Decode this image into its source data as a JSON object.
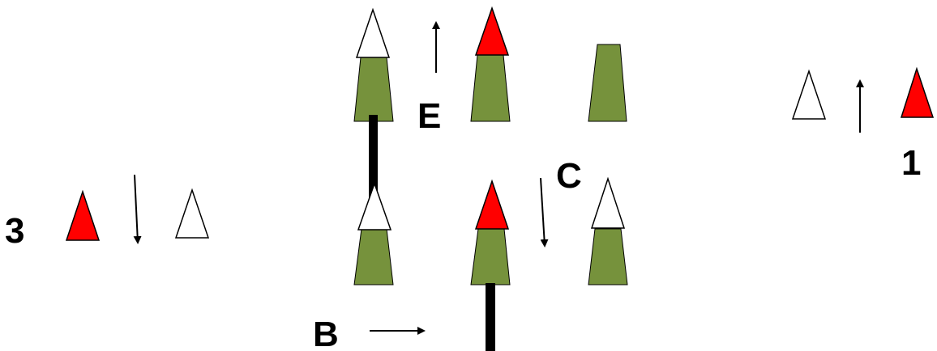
{
  "labels": {
    "e": "E",
    "c": "C",
    "b": "B",
    "one": "1",
    "three": "3"
  },
  "colors": {
    "pole": "#76923c",
    "flag_red": "#ff0000",
    "flag_white": "#ffffff",
    "outline": "#000000",
    "bar": "#000000"
  }
}
